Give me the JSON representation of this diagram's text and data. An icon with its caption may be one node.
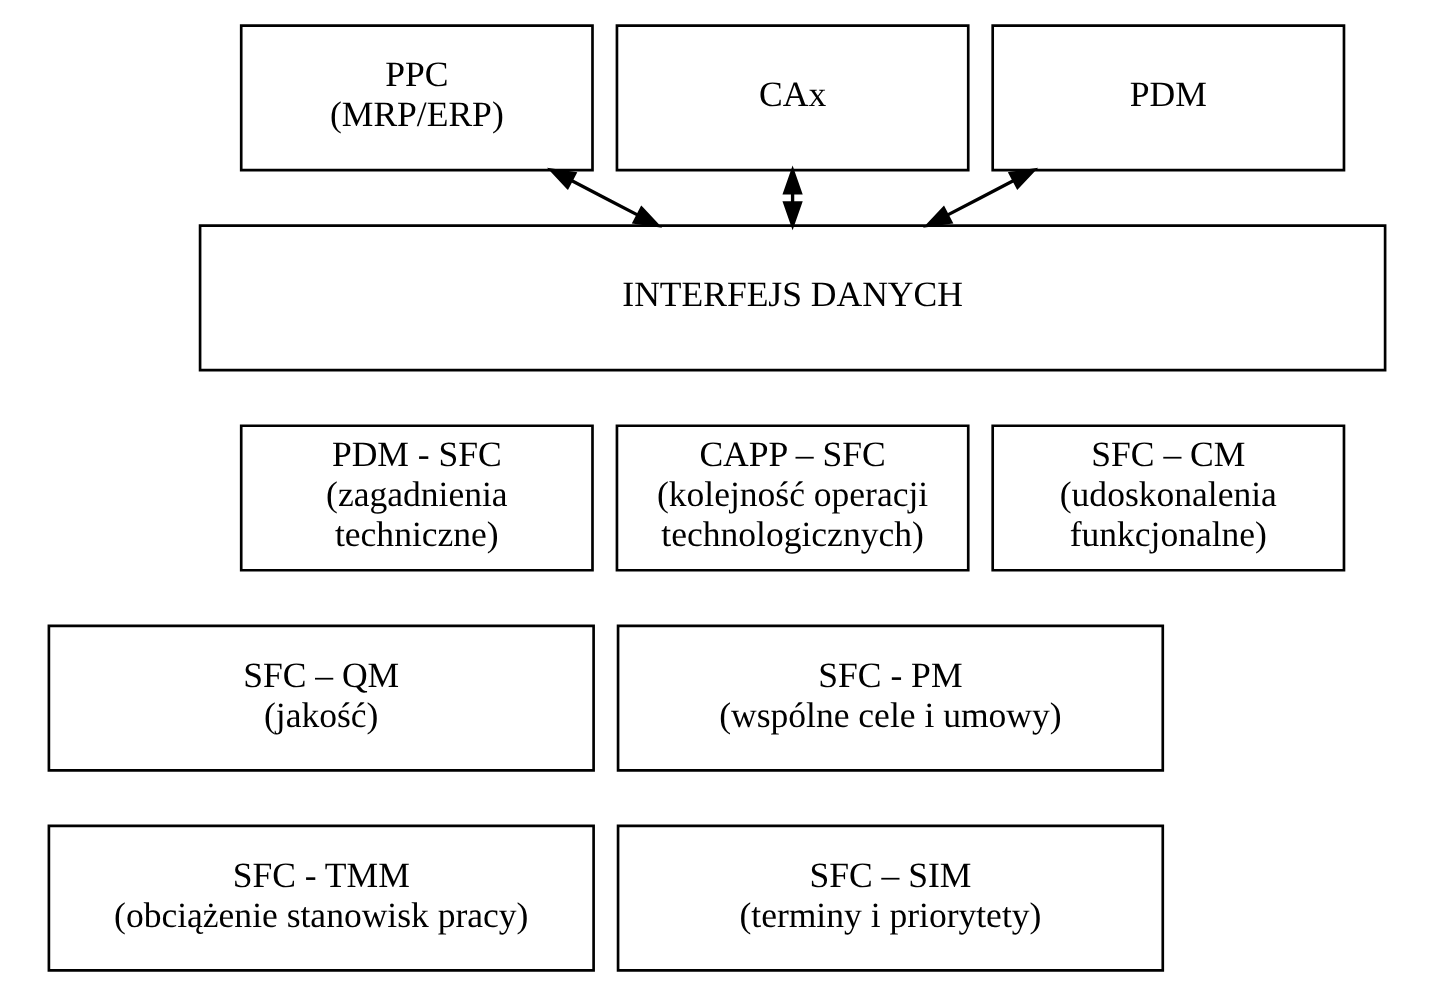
{
  "diagram": {
    "nodes": [
      {
        "text": [
          "PPC",
          "(MRP/ERP)"
        ]
      },
      {
        "text": [
          "CAx"
        ]
      },
      {
        "text": [
          "PDM"
        ]
      },
      {
        "text": [
          "INTERFEJS DANYCH"
        ]
      },
      {
        "text": [
          "PDM - SFC",
          "(zagadnienia techniczne)"
        ]
      },
      {
        "text": [
          "CAPP – SFC",
          "(kolejność operacji technologicznych)"
        ]
      },
      {
        "text": [
          "SFC – CM",
          "(udoskonalenia funkcjonalne)"
        ]
      },
      {
        "text": [
          "SFC – QM",
          "(jakość)"
        ]
      },
      {
        "text": [
          "SFC - PM",
          "(wspólne cele i umowy)"
        ]
      },
      {
        "text": [
          "SFC - TMM",
          "(obciążenie stanowisk pracy)"
        ]
      },
      {
        "text": [
          "SFC – SIM",
          "(terminy i priorytety)"
        ]
      }
    ],
    "edges": [
      {
        "from": 0,
        "to": 3,
        "arrow": "both"
      },
      {
        "from": 1,
        "to": 3,
        "arrow": "both"
      },
      {
        "from": 2,
        "to": 3,
        "arrow": "both"
      }
    ]
  }
}
